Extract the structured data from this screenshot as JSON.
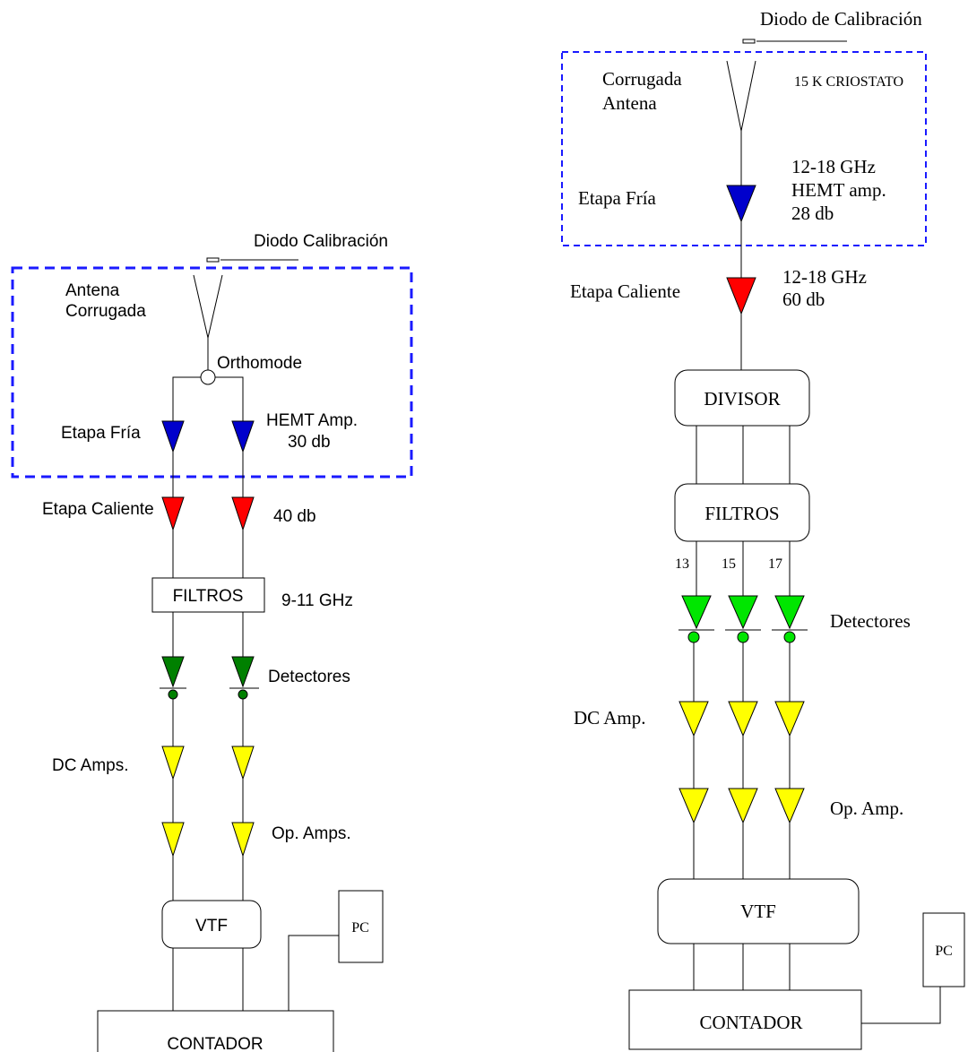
{
  "left": {
    "calibration_diode": "Diodo  Calibración",
    "antenna": [
      "Antena",
      "Corrugada"
    ],
    "orthomode": "Orthomode",
    "cold_stage": "Etapa Fría",
    "hemt_amp": [
      "HEMT Amp.",
      "30 db"
    ],
    "hot_stage": "Etapa Caliente",
    "hot_gain": "40 db",
    "filters_box": "FILTROS",
    "filters_band": "9-11 GHz",
    "detectors": "Detectores",
    "dc_amps": "DC Amps.",
    "op_amps": "Op. Amps.",
    "vtf_box": "VTF",
    "pc_box": "PC",
    "counter_box": "CONTADOR"
  },
  "right": {
    "calibration_diode": "Diodo de Calibración",
    "antenna": [
      "Corrugada",
      "Antena"
    ],
    "cryostat": "15 K CRIOSTATO",
    "cold_stage": "Etapa Fría",
    "hemt_amp": [
      "12-18 GHz",
      "HEMT amp.",
      "28 db"
    ],
    "hot_stage": "Etapa Caliente",
    "hot_amp": [
      "12-18 GHz",
      "60 db"
    ],
    "divisor_box": "DIVISOR",
    "filters_box": "FILTROS",
    "channels": [
      "13",
      "15",
      "17"
    ],
    "detectors": "Detectores",
    "dc_amp": "DC Amp.",
    "op_amp": "Op. Amp.",
    "vtf_box": "VTF",
    "pc_box": "PC",
    "counter_box": "CONTADOR"
  },
  "colors": {
    "cryostat_border": "#1a1aff",
    "cold_amp": "#0000cc",
    "hot_amp": "#ff0000",
    "detector_left": "#008000",
    "detector_right": "#00e600",
    "dc_amp": "#ffff00"
  },
  "icons": {
    "antenna": "antenna-icon",
    "amplifier": "triangle-amplifier-icon",
    "detector": "diode-detector-icon",
    "calibration_diode": "calibration-diode-icon",
    "orthomode": "orthomode-circle-icon"
  }
}
